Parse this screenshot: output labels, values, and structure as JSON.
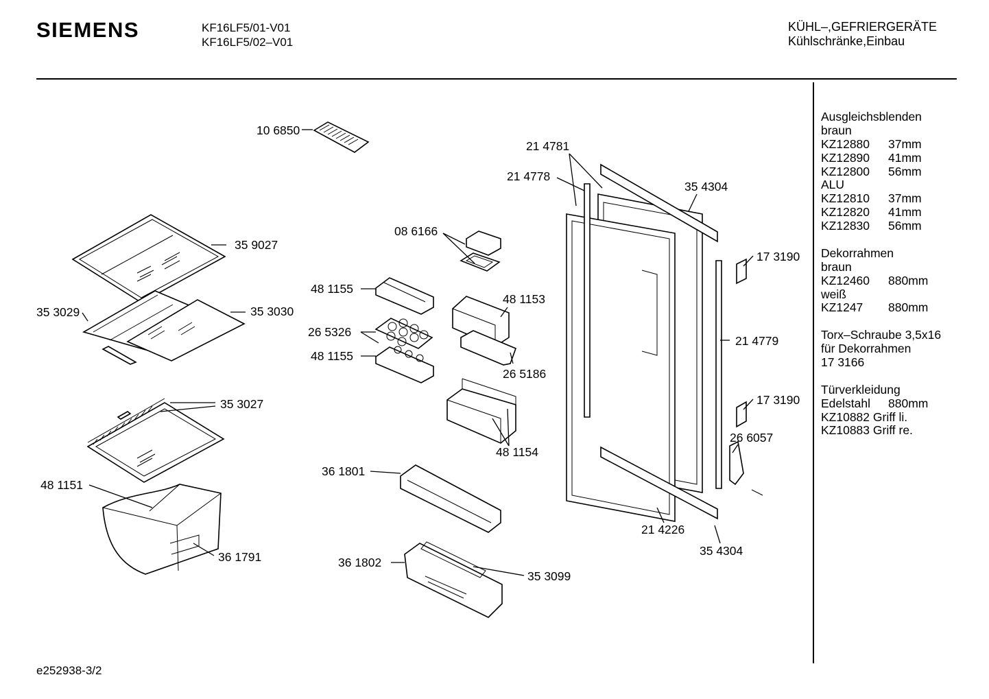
{
  "header": {
    "brand": "SIEMENS",
    "models": [
      "KF16LF5/01-V01",
      "KF16LF5/02–V01"
    ],
    "category": [
      "KÜHL–,GEFRIERGERÄTE",
      "Kühlschränke,Einbau"
    ]
  },
  "diagram": {
    "labels": [
      "10 6850",
      "21 4781",
      "21 4778",
      "35 4304",
      "08 6166",
      "35 9027",
      "35 3029",
      "35 3030",
      "48 1155",
      "48 1153",
      "26 5326",
      "48 1155",
      "26 5186",
      "17 3190",
      "21 4779",
      "35 3027",
      "17 3190",
      "26 6057",
      "48 1154",
      "48 1151",
      "36 1801",
      "21 4226",
      "35 4304",
      "36 1791",
      "36 1802",
      "35 3099"
    ]
  },
  "sidebar": {
    "groups": [
      [
        [
          "Ausgleichsblenden",
          ""
        ],
        [
          "braun",
          ""
        ],
        [
          "KZ12880",
          "37mm"
        ],
        [
          "KZ12890",
          "41mm"
        ],
        [
          "KZ12800",
          "56mm"
        ],
        [
          "ALU",
          ""
        ],
        [
          "KZ12810",
          "37mm"
        ],
        [
          "KZ12820",
          "41mm"
        ],
        [
          "KZ12830",
          "56mm"
        ]
      ],
      [
        [
          "Dekorrahmen",
          ""
        ],
        [
          "braun",
          ""
        ],
        [
          "KZ12460",
          "880mm"
        ],
        [
          "weiß",
          ""
        ],
        [
          "KZ1247",
          "880mm"
        ]
      ],
      [
        [
          "Torx–Schraube 3,5x16",
          ""
        ],
        [
          "für Dekorrahmen",
          ""
        ],
        [
          "17 3166",
          ""
        ]
      ],
      [
        [
          "Türverkleidung",
          ""
        ],
        [
          "Edelstahl",
          "880mm"
        ],
        [
          "KZ10882 Griff li.",
          ""
        ],
        [
          "KZ10883 Griff re.",
          ""
        ]
      ]
    ]
  },
  "footer": {
    "code": "e252938-3/2"
  }
}
